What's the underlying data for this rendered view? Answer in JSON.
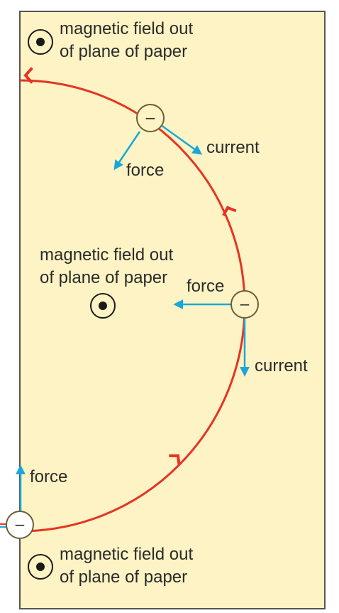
{
  "colors": {
    "background": "#fdf3c4",
    "border": "#555555",
    "path": "#e63323",
    "arrow": "#1aa7d8",
    "charge_fill": "#fdf3c4",
    "charge_stroke": "#6b5e3a",
    "field_dot": "#1a1a1a"
  },
  "icons": {
    "field_symbol": "dot-in-circle (field out of page)",
    "charge_symbol": "minus-in-circle (negative charge)"
  },
  "field_labels": {
    "top": [
      "magnetic field out",
      "of plane of paper"
    ],
    "middle": [
      "magnetic field out",
      "of plane of paper"
    ],
    "bottom": [
      "magnetic field out",
      "of plane of paper"
    ]
  },
  "charge_sign": "−",
  "vector_labels": {
    "top_force": "force",
    "top_current": "current",
    "middle_force": "force",
    "middle_current": "current",
    "bottom_force": "force"
  }
}
